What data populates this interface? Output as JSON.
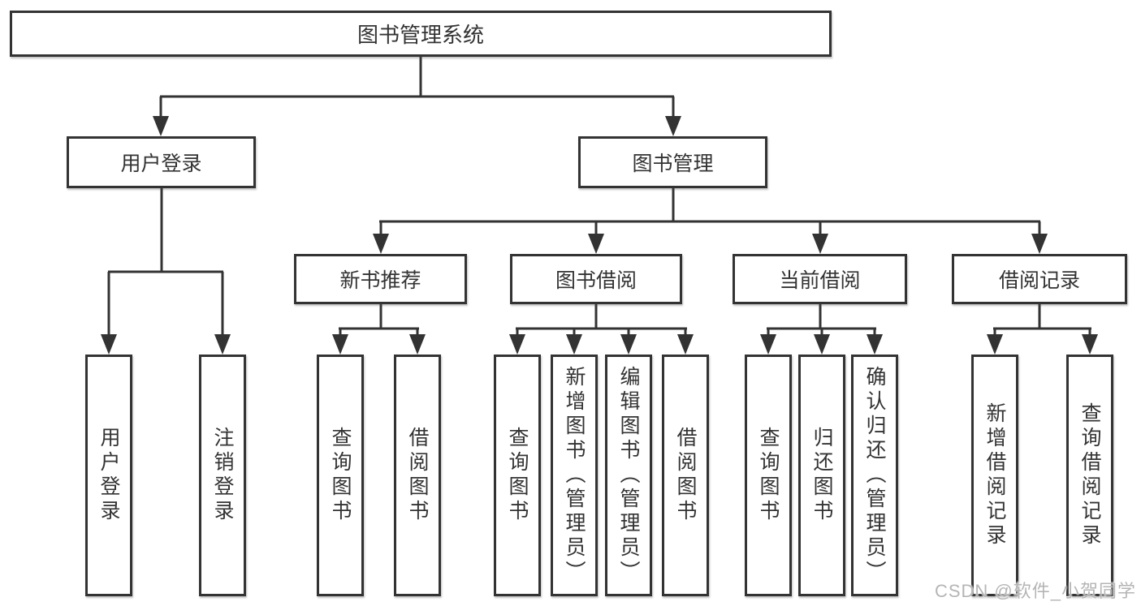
{
  "colors": {
    "line": "#333333",
    "box_border": "#333333",
    "box_fill": "#ffffff",
    "text": "#333333",
    "watermark": "#b5b5b5"
  },
  "tree": {
    "root": "图书管理系统",
    "branches": [
      {
        "label": "用户登录",
        "children": [
          "用户登录",
          "注销登录"
        ]
      },
      {
        "label": "图书管理",
        "groups": [
          {
            "label": "新书推荐",
            "children": [
              "查询图书",
              "借阅图书"
            ]
          },
          {
            "label": "图书借阅",
            "children": [
              "查询图书",
              "新增图书（管理员）",
              "编辑图书（管理员）",
              "借阅图书"
            ]
          },
          {
            "label": "当前借阅",
            "children": [
              "查询图书",
              "归还图书",
              "确认归还（管理员）"
            ]
          },
          {
            "label": "借阅记录",
            "children": [
              "新增借阅记录",
              "查询借阅记录"
            ]
          }
        ]
      }
    ]
  },
  "watermark": "CSDN @软件_小贺同学"
}
